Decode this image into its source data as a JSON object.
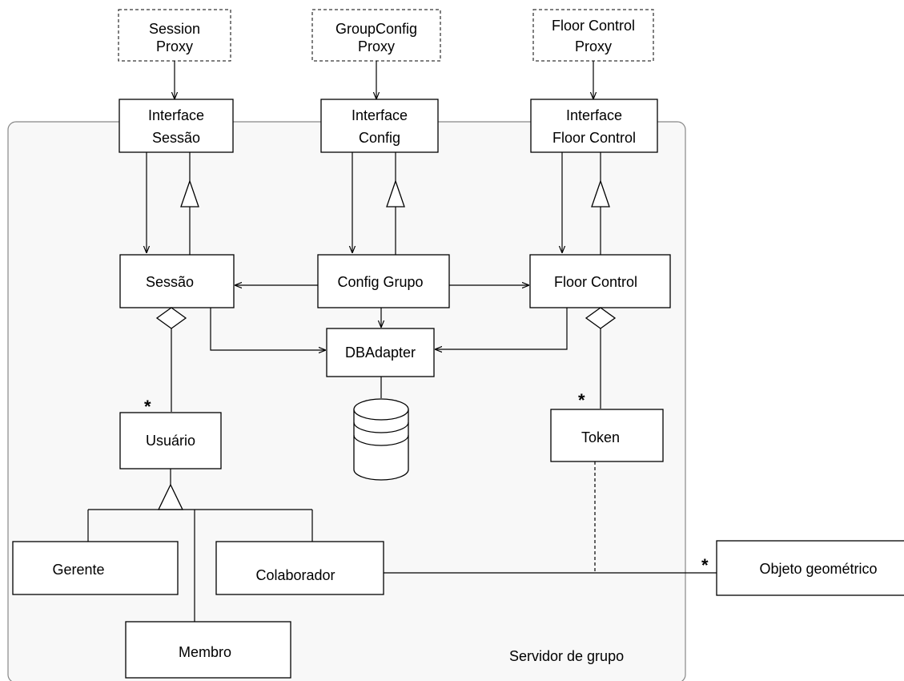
{
  "diagram": {
    "region_label": "Servidor de grupo",
    "proxies": {
      "session": [
        "Session",
        "Proxy"
      ],
      "groupconfig": [
        "GroupConfig",
        "Proxy"
      ],
      "floorcontrol": [
        "Floor Control",
        "Proxy"
      ]
    },
    "interfaces": {
      "sessao": [
        "Interface",
        "Sessão"
      ],
      "config": [
        "Interface",
        "Config"
      ],
      "floorcontrol": [
        "Interface",
        "Floor Control"
      ]
    },
    "classes": {
      "sessao": "Sessão",
      "config_grupo": "Config Grupo",
      "floor_control": "Floor Control",
      "dbadapter": "DBAdapter",
      "usuario": "Usuário",
      "token": "Token",
      "gerente": "Gerente",
      "colaborador": "Colaborador",
      "membro": "Membro",
      "objeto_geometrico": "Objeto geométrico"
    },
    "multiplicity": {
      "usuario": "*",
      "token": "*",
      "objeto_geometrico": "*"
    }
  }
}
